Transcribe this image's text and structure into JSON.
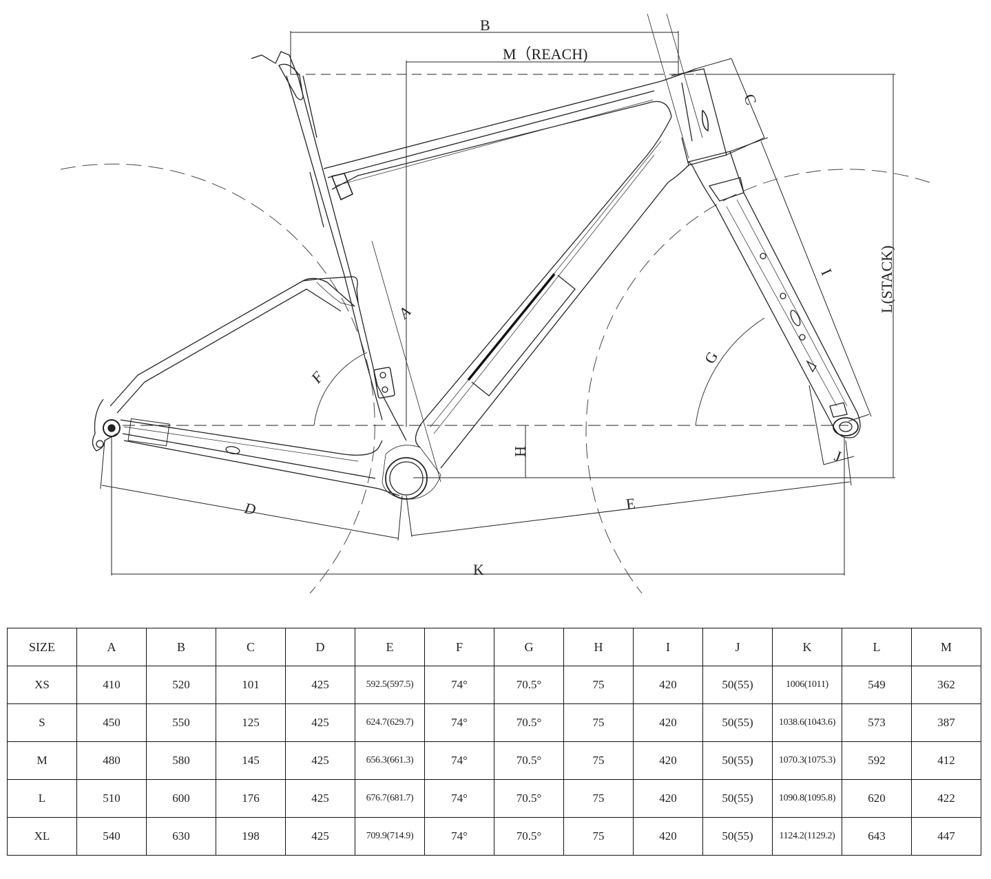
{
  "drawing": {
    "title": "Bicycle frame geometry drawing",
    "dimension_labels": {
      "A": "A",
      "B": "B",
      "C": "C",
      "D": "D",
      "E": "E",
      "F": "F",
      "G": "G",
      "H": "H",
      "I": "I",
      "J": "J",
      "K": "K",
      "L": "L(STACK)",
      "M": "M（REACH)"
    }
  },
  "table": {
    "headers": [
      "SIZE",
      "A",
      "B",
      "C",
      "D",
      "E",
      "F",
      "G",
      "H",
      "I",
      "J",
      "K",
      "L",
      "M"
    ],
    "rows": [
      {
        "size": "XS",
        "A": "410",
        "B": "520",
        "C": "101",
        "D": "425",
        "E": "592.5(597.5)",
        "F": "74°",
        "G": "70.5°",
        "H": "75",
        "I": "420",
        "J": "50(55)",
        "K": "1006(1011)",
        "L": "549",
        "M": "362"
      },
      {
        "size": "S",
        "A": "450",
        "B": "550",
        "C": "125",
        "D": "425",
        "E": "624.7(629.7)",
        "F": "74°",
        "G": "70.5°",
        "H": "75",
        "I": "420",
        "J": "50(55)",
        "K": "1038.6(1043.6)",
        "L": "573",
        "M": "387"
      },
      {
        "size": "M",
        "A": "480",
        "B": "580",
        "C": "145",
        "D": "425",
        "E": "656.3(661.3)",
        "F": "74°",
        "G": "70.5°",
        "H": "75",
        "I": "420",
        "J": "50(55)",
        "K": "1070.3(1075.3)",
        "L": "592",
        "M": "412"
      },
      {
        "size": "L",
        "A": "510",
        "B": "600",
        "C": "176",
        "D": "425",
        "E": "676.7(681.7)",
        "F": "74°",
        "G": "70.5°",
        "H": "75",
        "I": "420",
        "J": "50(55)",
        "K": "1090.8(1095.8)",
        "L": "620",
        "M": "422"
      },
      {
        "size": "XL",
        "A": "540",
        "B": "630",
        "C": "198",
        "D": "425",
        "E": "709.9(714.9)",
        "F": "74°",
        "G": "70.5°",
        "H": "75",
        "I": "420",
        "J": "50(55)",
        "K": "1124.2(1129.2)",
        "L": "643",
        "M": "447"
      }
    ]
  }
}
